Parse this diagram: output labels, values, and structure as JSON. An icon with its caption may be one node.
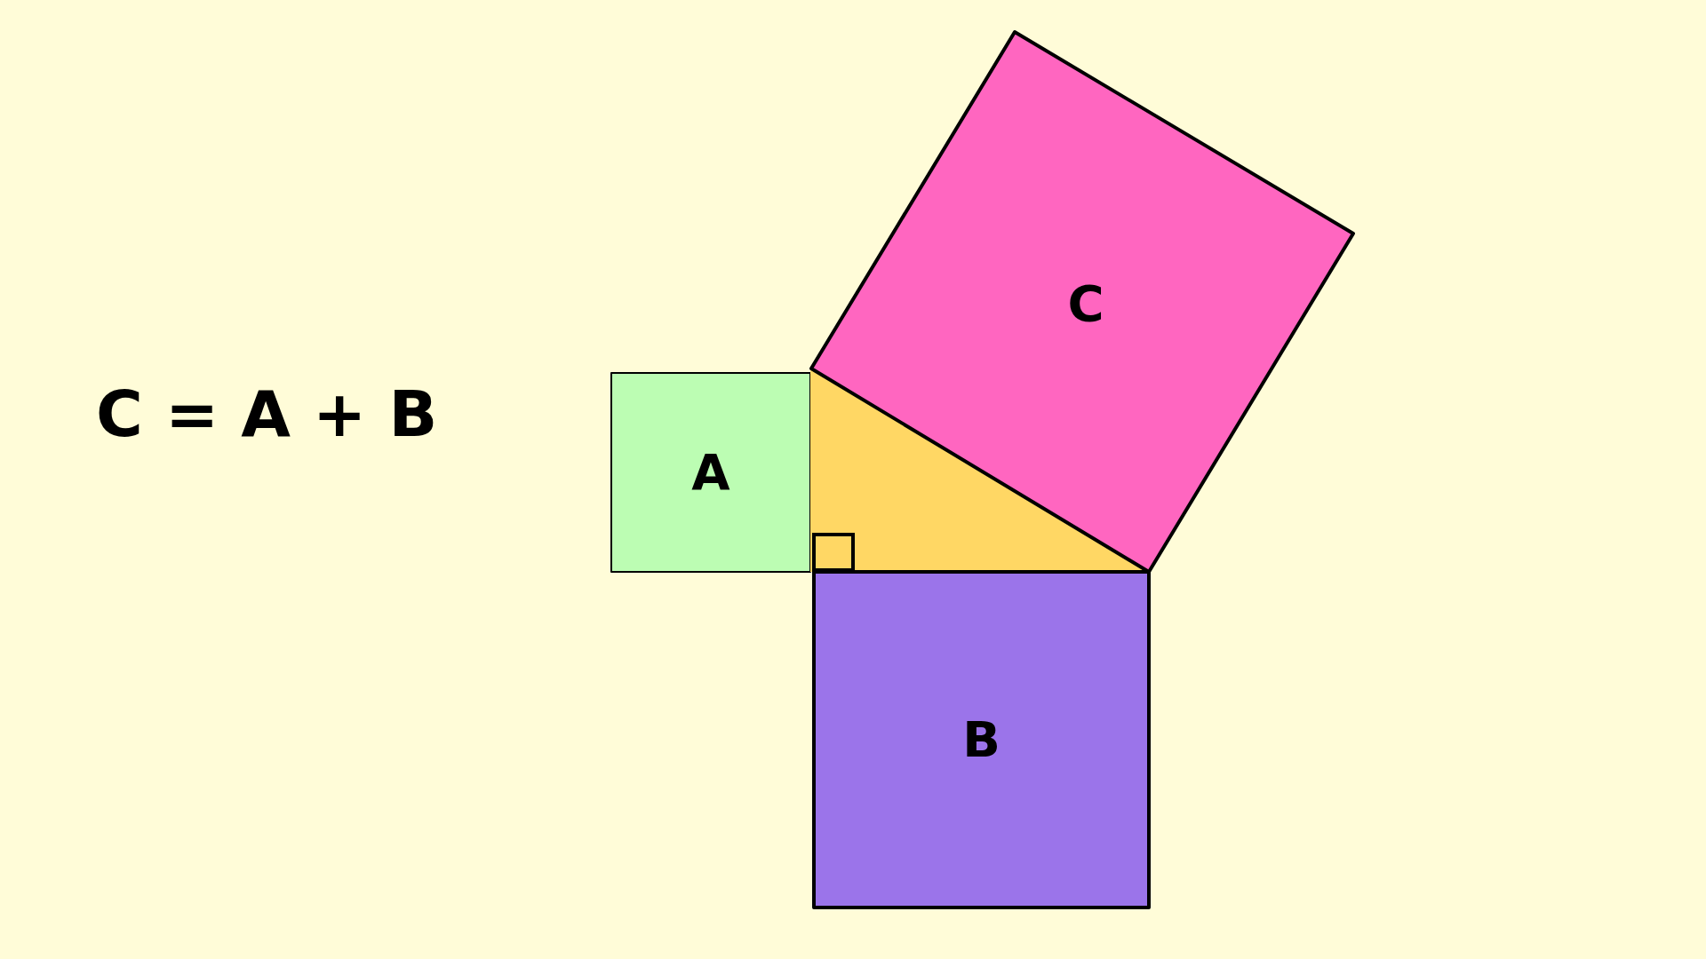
{
  "diagram": {
    "nodes": [
      {
        "text": [
          "A"
        ]
      },
      {
        "text": [],
        "shape": "triangle"
      },
      {
        "text": [
          "C"
        ]
      },
      {
        "text": [
          "B"
        ]
      }
    ],
    "labels": [
      "C = A + B"
    ]
  }
}
